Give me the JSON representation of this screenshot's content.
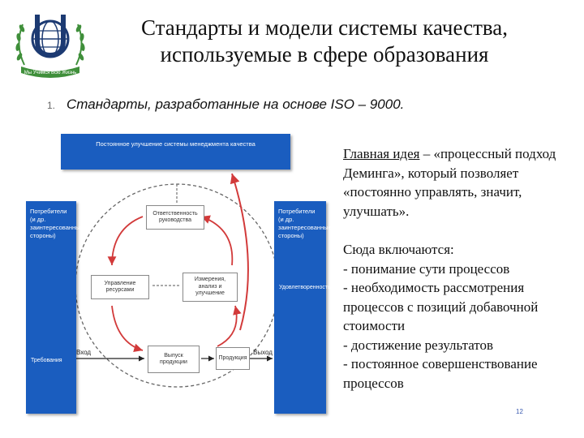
{
  "slide": {
    "title_line1": "Стандарты и модели системы качества,",
    "title_line2": "используемые в сфере образования",
    "list_number": "1.",
    "list_text": "Стандарты, разработанные на основе ISO – 9000.",
    "page_number": "12"
  },
  "logo": {
    "letter": "U",
    "ribbon_text": "Мы Учимся Всю Жизнь"
  },
  "right_text": {
    "p1_underlined": "Главная идея",
    "p1_rest": " – «процессный подход Деминга», который позволяет «постоянно управлять, значит, улучшать».",
    "p2_lines": [
      "Сюда включаются:",
      "- понимание сути процессов",
      "- необходимость рассмотрения процессов с позиций добавочной стоимости",
      "- достижение результатов",
      "- постоянное совершенствование процессов"
    ]
  },
  "diagram": {
    "top_bar": "Постоянное улучшение системы менеджмента качества",
    "left_bar": "Потребители (и др. заинтересованные стороны)",
    "left_bar_bottom": "Требования",
    "right_bar": "Потребители (и др. заинтересованные стороны)",
    "right_bar_bottom": "Удовлетворенность",
    "box_top": "Ответственность руководства",
    "box_left": "Управление ресурсами",
    "box_right": "Измерения, анализ и улучшение",
    "box_bottom": "Выпуск продукции",
    "box_product": "Продукция",
    "label_in": "Вход",
    "label_out": "Выход"
  },
  "colors": {
    "diagram_blue": "#1a5dbf",
    "arrow_red": "#d23a3a",
    "logo_navy": "#1c3a72",
    "logo_green": "#3f8f3a",
    "page_number": "#3a5ab0"
  }
}
